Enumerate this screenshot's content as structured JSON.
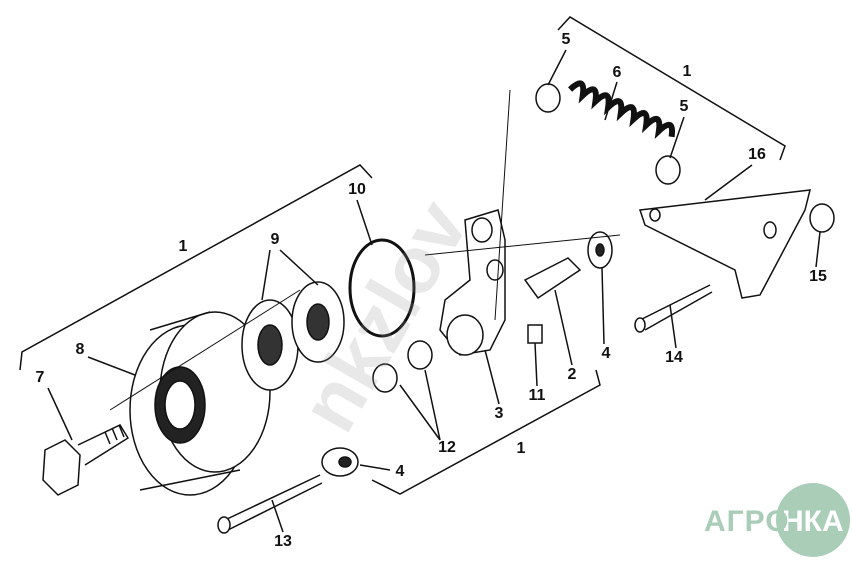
{
  "diagram": {
    "callouts": [
      {
        "id": "5a",
        "text": "5"
      },
      {
        "id": "6",
        "text": "6"
      },
      {
        "id": "1a",
        "text": "1"
      },
      {
        "id": "5b",
        "text": "5"
      },
      {
        "id": "16",
        "text": "16"
      },
      {
        "id": "1b",
        "text": "1"
      },
      {
        "id": "10",
        "text": "10"
      },
      {
        "id": "9",
        "text": "9"
      },
      {
        "id": "8",
        "text": "8"
      },
      {
        "id": "7",
        "text": "7"
      },
      {
        "id": "4a",
        "text": "4"
      },
      {
        "id": "2",
        "text": "2"
      },
      {
        "id": "3",
        "text": "3"
      },
      {
        "id": "11",
        "text": "11"
      },
      {
        "id": "14",
        "text": "14"
      },
      {
        "id": "15",
        "text": "15"
      },
      {
        "id": "12",
        "text": "12"
      },
      {
        "id": "1c",
        "text": "1"
      },
      {
        "id": "4b",
        "text": "4"
      },
      {
        "id": "13",
        "text": "13"
      }
    ]
  },
  "watermark": "nkzlov",
  "logo": {
    "left": "АГРО",
    "right": "НКА"
  }
}
